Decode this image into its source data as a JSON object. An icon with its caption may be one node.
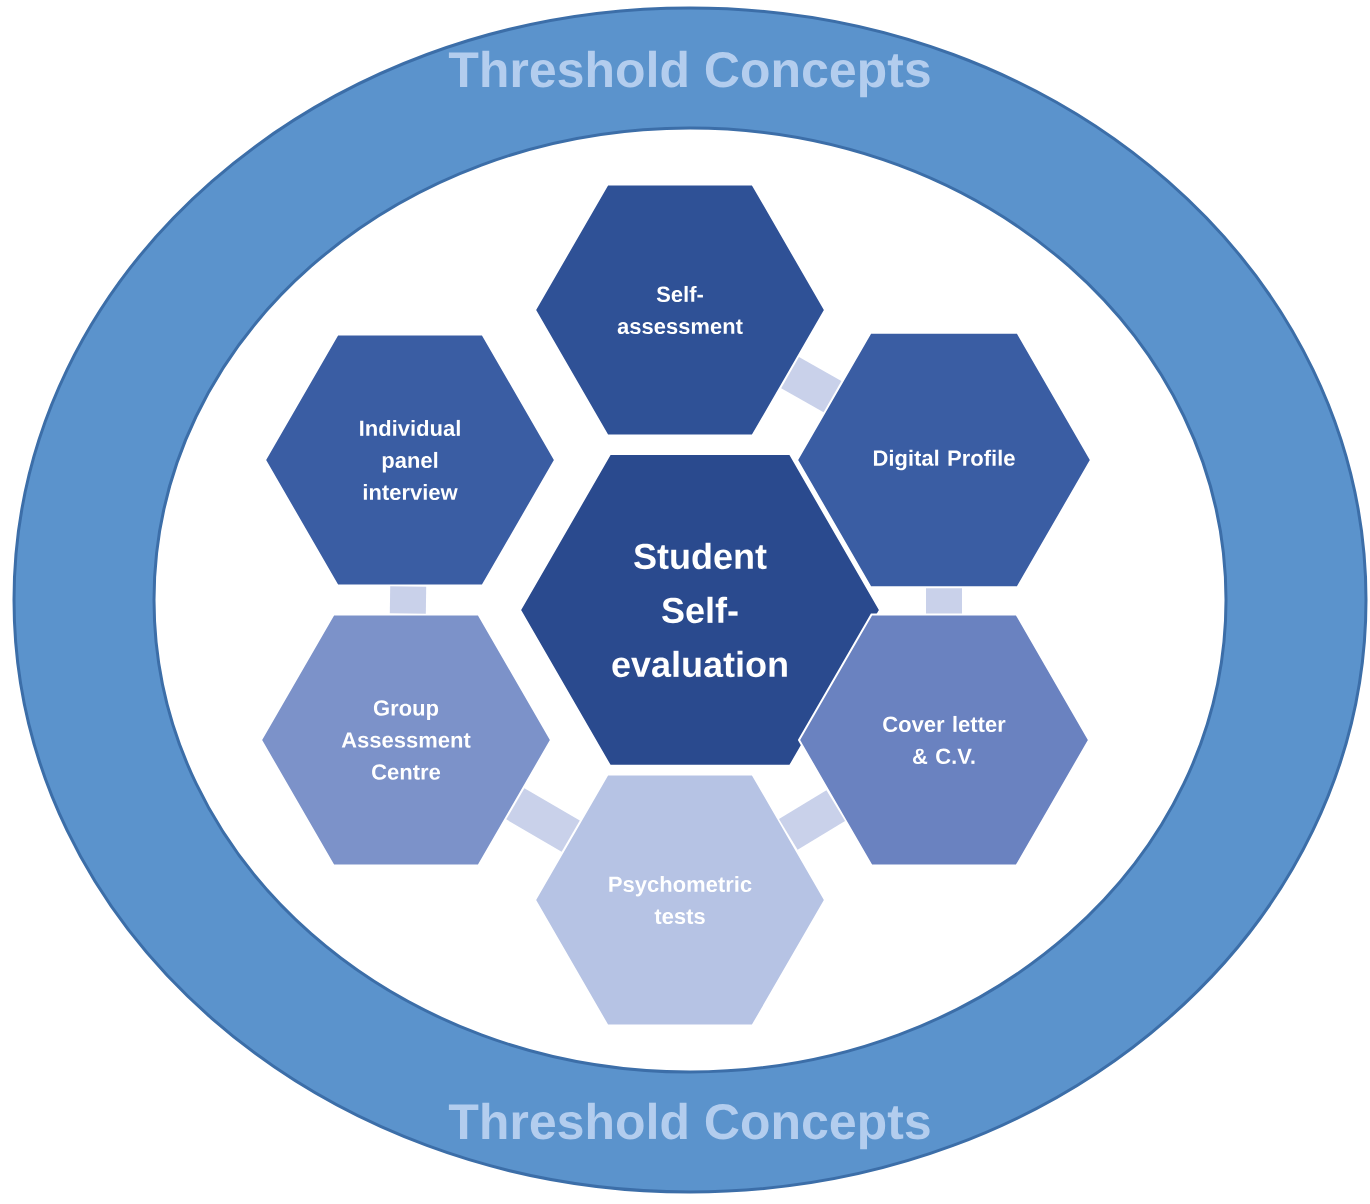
{
  "diagram": {
    "nodes": [
      {
        "text": [
          "Threshold Concepts",
          "Threshold Concepts"
        ]
      },
      {
        "text": [
          "Self-assessment"
        ],
        "in": 0
      },
      {
        "text": [
          "Individual panel interview"
        ],
        "in": 0
      },
      {
        "text": [
          "Digital Profile"
        ],
        "in": 0
      },
      {
        "text": [
          "Student Self-evaluation"
        ],
        "in": 0
      },
      {
        "text": [
          "Group Assessment Centre"
        ],
        "in": 0
      },
      {
        "text": [
          "Cover letter & C.V."
        ],
        "in": 0
      },
      {
        "text": [
          "Psychometric tests"
        ],
        "in": 0
      }
    ],
    "edges": [
      {
        "from": 1,
        "to": 3,
        "arrow": "none"
      },
      {
        "from": 3,
        "to": 6,
        "arrow": "none"
      },
      {
        "from": 6,
        "to": 7,
        "arrow": "none"
      },
      {
        "from": 7,
        "to": 5,
        "arrow": "none"
      },
      {
        "from": 5,
        "to": 2,
        "arrow": "none"
      }
    ]
  }
}
